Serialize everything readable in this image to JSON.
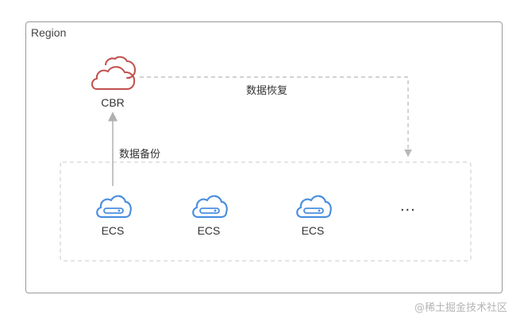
{
  "region": {
    "label": "Region"
  },
  "cbr": {
    "label": "CBR",
    "icon": "cloud-outline-icon",
    "color": "#c0504d"
  },
  "ecs_nodes": [
    {
      "label": "ECS",
      "icon": "cloud-server-icon"
    },
    {
      "label": "ECS",
      "icon": "cloud-server-icon"
    },
    {
      "label": "ECS",
      "icon": "cloud-server-icon"
    }
  ],
  "ecs_color": "#4a8fe0",
  "more": "...",
  "edges": {
    "backup": "数据备份",
    "restore": "数据恢复"
  },
  "watermark": "@稀土掘金技术社区"
}
